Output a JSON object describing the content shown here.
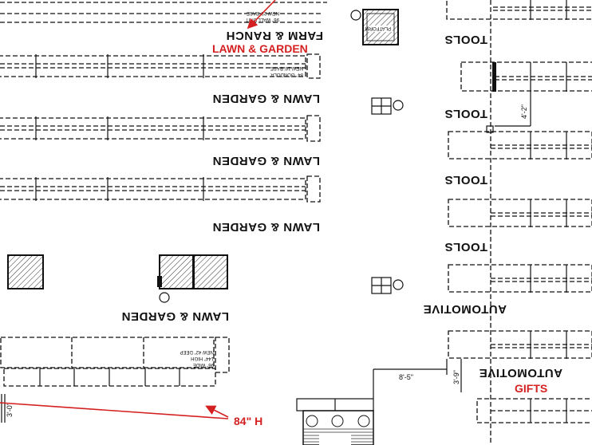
{
  "labels": {
    "farm_ranch": "FARM & RANCH",
    "lawn_garden_1": "LAWN & GARDEN",
    "lawn_garden_2": "LAWN & GARDEN",
    "lawn_garden_3": "LAWN & GARDEN",
    "lawn_garden_4": "LAWN & GARDEN",
    "tools_1": "TOOLS",
    "tools_2": "TOOLS",
    "tools_3": "TOOLS",
    "tools_4": "TOOLS",
    "automotive_1": "AUTOMOTIVE",
    "automotive_2": "AUTOMOTIVE"
  },
  "annotations": {
    "lawn_garden_red": "LAWN & GARDEN",
    "gifts_red": "GIFTS",
    "height_red": "84\" H"
  },
  "fixture_notes": {
    "wall_unit": "96\" WALL UNIT",
    "base_22": "NEW 22' BASE",
    "gondola": "84\" GONDOLA",
    "base_16": "NEW 16' BASE",
    "wide": "96\" WIDE",
    "high": "144\" HIGH",
    "deep": "NEW 42\" DEEP",
    "platform": "PLATFORM"
  },
  "dimensions": {
    "d1": "4'-2\"",
    "d2": "8'-5\"",
    "d3": "3'-9\"",
    "d4": "3'-0\""
  },
  "colors": {
    "annotation": "#d42020",
    "ink": "#111111"
  }
}
